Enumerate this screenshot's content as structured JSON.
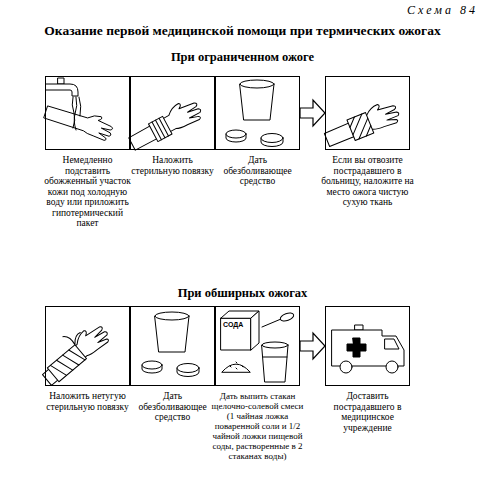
{
  "diagram": {
    "title": "Оказание первой медицинской помощи при термических ожогах",
    "nodes": [
      {
        "text": [
          "Немедленно подставить обожженный участок кожи под холодную воду или приложить гипотермический пакет"
        ]
      },
      {
        "text": [
          "Наложить стерильную повязку"
        ]
      },
      {
        "text": [
          "Дать обезболивающее средство"
        ]
      },
      {
        "text": [
          "Если вы отвозите пострадавшего в больницу, наложите на место ожога чистую сухую ткань"
        ]
      },
      {
        "text": [
          "Наложить нетугую стерильную повязку"
        ]
      },
      {
        "text": [
          "Дать обезболивающее средство"
        ]
      },
      {
        "text": [
          "Дать выпить стакан щелочно-солевой смеси (1 чайная ложка поваренной соли и 1/2 чайной ложки пищевой соды, растворенные в 2 стаканах воды)"
        ]
      },
      {
        "text": [
          "Доставить пострадавшего в медицинское учреждение"
        ]
      }
    ],
    "edges": [
      {
        "from": 2,
        "to": 3,
        "arrow": "to"
      },
      {
        "from": 6,
        "to": 7,
        "arrow": "to"
      }
    ],
    "labels": [
      "Схема 84",
      "При ограниченном ожоге",
      "При обширных ожогах",
      "СОДА"
    ]
  }
}
